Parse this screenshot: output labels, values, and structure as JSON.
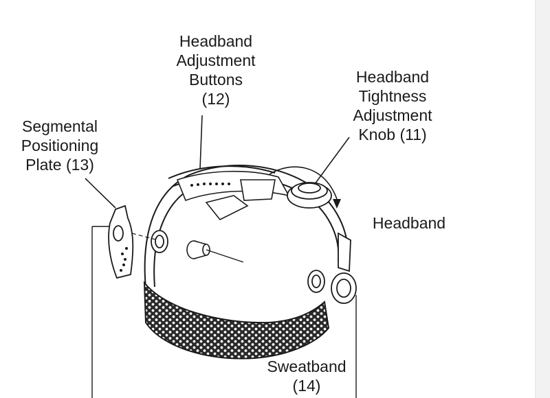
{
  "labels": {
    "adjust_buttons": {
      "line1": "Headband",
      "line2": "Adjustment",
      "line3": "Buttons",
      "line4": "(12)"
    },
    "tightness_knob": {
      "line1": "Headband",
      "line2": "Tightness",
      "line3": "Adjustment",
      "line4": "Knob (11)"
    },
    "positioning_plate": {
      "line1": "Segmental",
      "line2": "Positioning",
      "line3": "Plate (13)"
    },
    "headband": "Headband",
    "sweatband": {
      "line1": "Sweatband",
      "line2": "(14)"
    }
  },
  "colors": {
    "ink": "#1a1a1a",
    "gutter": "#f2f2f2"
  }
}
